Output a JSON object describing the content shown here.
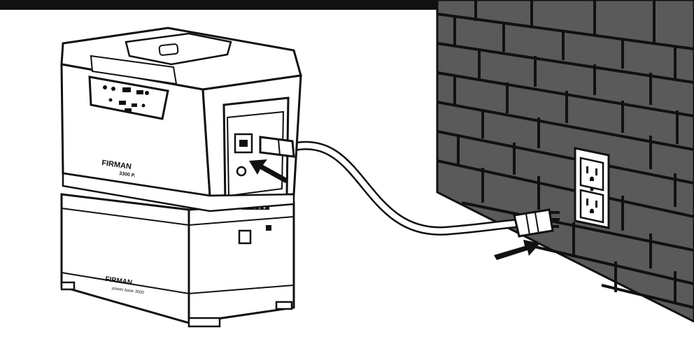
{
  "illustration": {
    "top_brand": "FIRMAN",
    "top_model": "3300 P.",
    "bottom_brand": "FIRMAN",
    "bottom_model": "power base 3000",
    "colors": {
      "outline": "#111111",
      "wall": "#5a5a5a",
      "mortar": "#111111",
      "device_fill": "#ffffff",
      "outlet_plate": "#ffffff"
    },
    "icons": [
      "power-station",
      "battery-base",
      "ac-cord",
      "wall-outlet",
      "arrow"
    ]
  }
}
